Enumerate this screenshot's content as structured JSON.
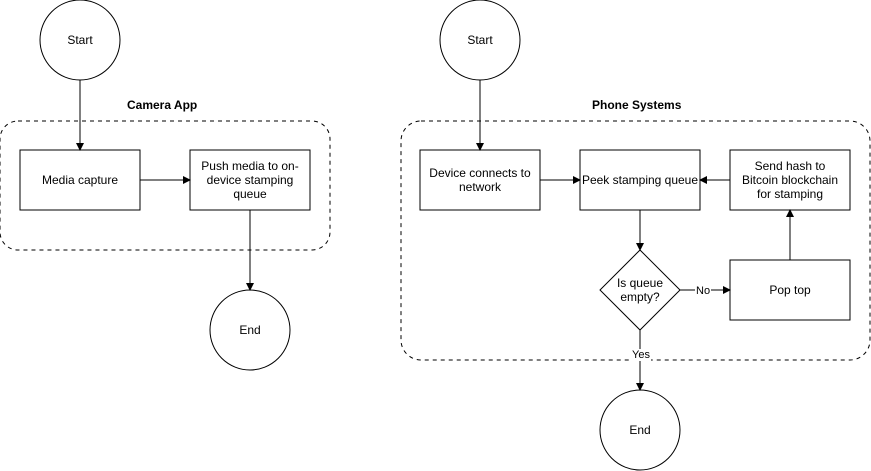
{
  "diagram": {
    "left": {
      "group_title": "Camera App",
      "start": "Start",
      "media_capture": "Media capture",
      "push_media": "Push media to on-device stamping queue",
      "end": "End"
    },
    "right": {
      "group_title": "Phone Systems",
      "start": "Start",
      "device_connects": "Device connects to network",
      "peek_queue": "Peek stamping queue",
      "send_hash": "Send hash to Bitcoin blockchain for stamping",
      "is_queue_empty": "Is queue empty?",
      "pop_top": "Pop top",
      "end": "End",
      "no_label": "No",
      "yes_label": "Yes"
    }
  },
  "colors": {
    "stroke": "#000000",
    "fill": "#ffffff",
    "group_border": "#000000"
  }
}
